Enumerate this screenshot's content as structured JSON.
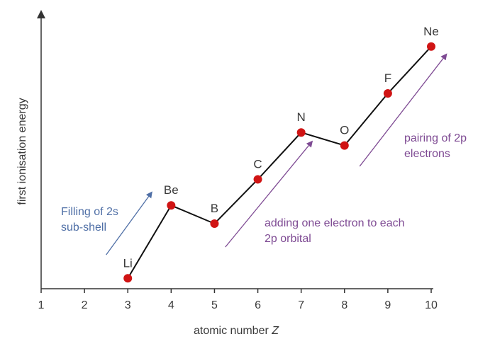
{
  "chart_data": {
    "type": "line",
    "xlabel": "atomic number",
    "xlabel_italic": "Z",
    "ylabel": "first ionisation energy",
    "x_ticks": [
      1,
      2,
      3,
      4,
      5,
      6,
      7,
      8,
      9,
      10
    ],
    "xlim": [
      1,
      10
    ],
    "ylim": [
      0,
      10
    ],
    "series": [
      {
        "points": [
          {
            "x": 3,
            "y": 0.4,
            "label": "Li"
          },
          {
            "x": 4,
            "y": 3.2,
            "label": "Be"
          },
          {
            "x": 5,
            "y": 2.5,
            "label": "B"
          },
          {
            "x": 6,
            "y": 4.2,
            "label": "C"
          },
          {
            "x": 7,
            "y": 6.0,
            "label": "N"
          },
          {
            "x": 8,
            "y": 5.5,
            "label": "O"
          },
          {
            "x": 9,
            "y": 7.5,
            "label": "F"
          },
          {
            "x": 10,
            "y": 9.3,
            "label": "Ne"
          }
        ]
      }
    ],
    "annotations": [
      {
        "lines": [
          "Filling of 2s",
          "sub-shell"
        ],
        "color": "#4f6fa6",
        "from": [
          2.5,
          1.3
        ],
        "to": [
          3.55,
          3.7
        ]
      },
      {
        "lines": [
          "adding one electron to each",
          "2p orbital"
        ],
        "color": "#7e4a93",
        "from": [
          5.25,
          1.6
        ],
        "to": [
          7.25,
          5.65
        ]
      },
      {
        "lines": [
          "pairing of 2p",
          "electrons"
        ],
        "color": "#7e4a93",
        "from": [
          8.35,
          4.7
        ],
        "to": [
          10.35,
          9.0
        ]
      }
    ],
    "colors": {
      "line": "#111111",
      "marker": "#d01414",
      "axis": "#333333"
    },
    "grid": false
  }
}
